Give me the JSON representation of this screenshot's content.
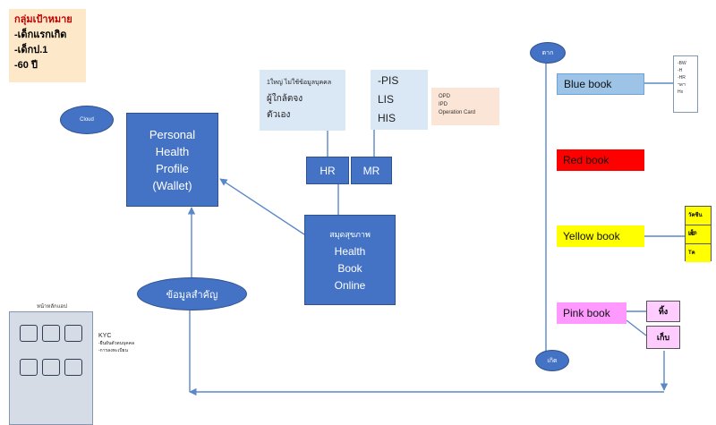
{
  "target_group": {
    "title": "กลุ่มเป้าหมาย",
    "items": [
      "-เด็กแรกเกิด",
      "-เด็กป.1",
      "-60 ปี"
    ]
  },
  "cloud_label": "Cloud",
  "phr": {
    "lines": [
      "Personal",
      "Health",
      "Profile",
      "(Wallet)"
    ]
  },
  "info_box": {
    "lines": [
      "1ใหญ่ ไม่ใช้ข้อมูลบุคคล",
      "ผู้ใกล้ตจง",
      "ตัวเอง"
    ]
  },
  "systems_box": {
    "lines": [
      "-PIS",
      "LIS",
      "HIS"
    ]
  },
  "opd_box": {
    "lines": [
      "OPD",
      "IPD",
      "Operation Card"
    ]
  },
  "hr_label": "HR",
  "mr_label": "MR",
  "hbo": {
    "lines": [
      "สมุดสุขภาพ",
      "Health",
      "Book",
      "Online"
    ]
  },
  "important_data": "ข้อมูลสำคัญ",
  "phone": {
    "title": "หน้าหลักแอป",
    "kyc_lines": [
      "KYC",
      "-ยืนยันตัวตนบุคคล",
      "-การลงทะเบียน"
    ]
  },
  "top_ellipse": "ตาก",
  "bottom_ellipse": "เกิด",
  "books": {
    "blue": "Blue book",
    "red": "Red book",
    "yellow": "Yellow book",
    "pink": "Pink book"
  },
  "blue_side": [
    "-BW",
    "-H",
    "-HR",
    "ฯลฯ",
    "Hx"
  ],
  "yellow_side": [
    "วัคซีนเด็ก",
    "LD",
    "Tค"
  ],
  "pink_side": [
    "ทิ้ง",
    "เก็บ"
  ],
  "colors": {
    "primary_blue": "#4472c4",
    "blue_book": "#9dc3e6",
    "red_book": "#ff0000",
    "yellow_book": "#ffff00",
    "pink_book": "#ff99ff",
    "pink_side": "#ffccff",
    "target_group_bg": "#fde9c9",
    "target_group_title": "#c00000"
  }
}
